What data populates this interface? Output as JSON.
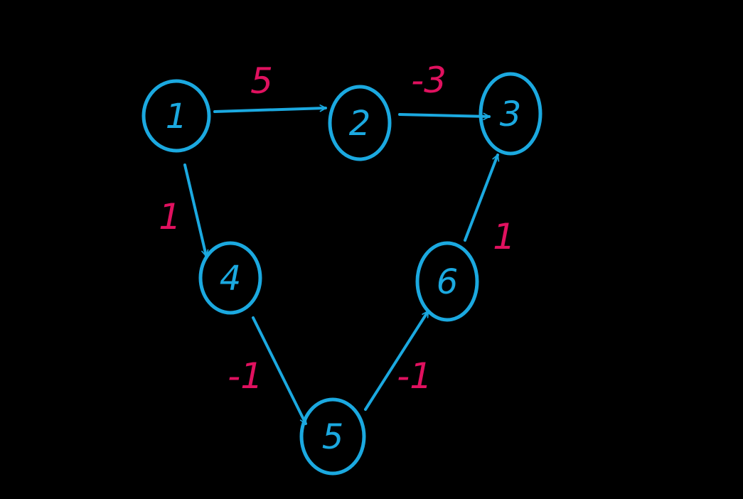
{
  "colors": {
    "background": "#000000",
    "edge": "#1ba9e0",
    "node": "#1ba9e0",
    "weight": "#e0115f"
  },
  "nodes": [
    {
      "id": "1",
      "label": "1"
    },
    {
      "id": "2",
      "label": "2"
    },
    {
      "id": "3",
      "label": "3"
    },
    {
      "id": "4",
      "label": "4"
    },
    {
      "id": "5",
      "label": "5"
    },
    {
      "id": "6",
      "label": "6"
    }
  ],
  "edges": [
    {
      "from": "1",
      "to": "2",
      "weight": "5"
    },
    {
      "from": "2",
      "to": "3",
      "weight": "-3"
    },
    {
      "from": "1",
      "to": "4",
      "weight": "1"
    },
    {
      "from": "4",
      "to": "5",
      "weight": "-1"
    },
    {
      "from": "5",
      "to": "6",
      "weight": "-1"
    },
    {
      "from": "6",
      "to": "3",
      "weight": "1"
    }
  ]
}
